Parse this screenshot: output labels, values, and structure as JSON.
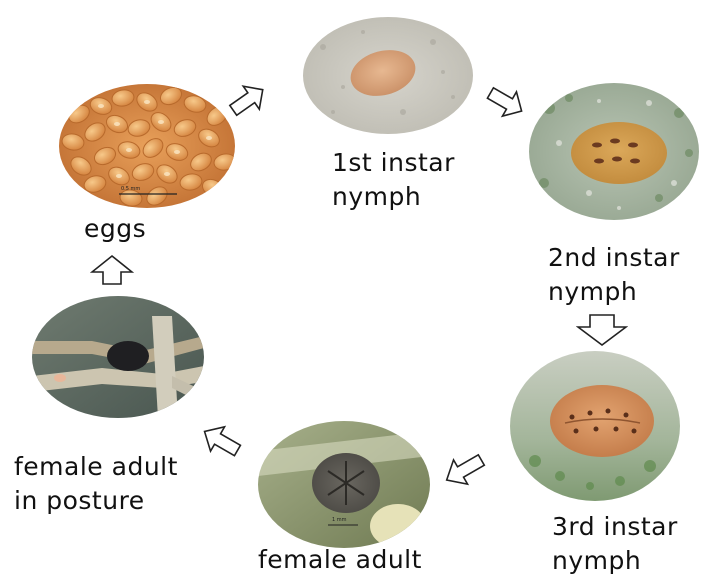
{
  "stages": {
    "eggs": {
      "label": "eggs",
      "scale_label": "0.5 mm",
      "icon": "eggs-photo"
    },
    "first_instar": {
      "label_line1": "1st instar",
      "label_line2": "nymph",
      "icon": "first-instar-nymph-photo"
    },
    "second_instar": {
      "label_line1": "2nd instar",
      "label_line2": "nymph",
      "icon": "second-instar-nymph-photo"
    },
    "third_instar": {
      "label_line1": "3rd instar",
      "label_line2": "nymph",
      "icon": "third-instar-nymph-photo"
    },
    "female_adult": {
      "label": "female adult",
      "scale_label": "1 mm",
      "icon": "female-adult-photo"
    },
    "female_adult_posture": {
      "label_line1": "female adult",
      "label_line2": "in posture",
      "icon": "female-adult-in-posture-photo"
    }
  },
  "arrows": {
    "style": "hollow-outline",
    "icon": "arrow-icon",
    "sequence": [
      "eggs",
      "first_instar",
      "second_instar",
      "third_instar",
      "female_adult",
      "female_adult_posture",
      "eggs"
    ]
  },
  "colors": {
    "background": "#ffffff",
    "text": "#111111",
    "arrow_stroke": "#222222"
  }
}
